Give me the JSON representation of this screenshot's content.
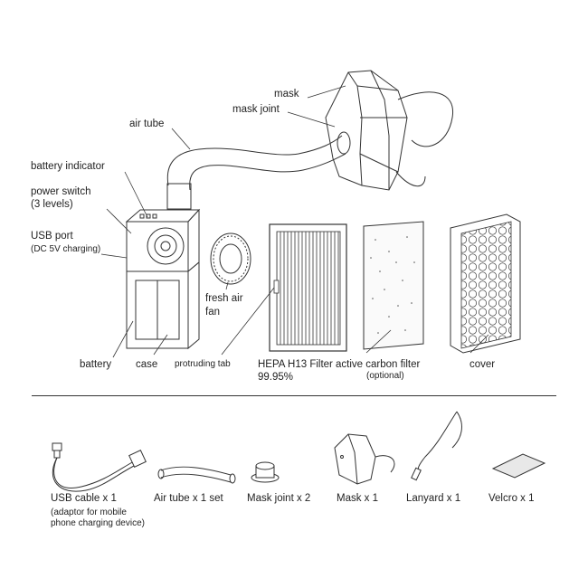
{
  "main_labels": {
    "mask": "mask",
    "mask_joint": "mask joint",
    "air_tube": "air tube",
    "battery_indicator": "battery indicator",
    "power_switch": "power switch",
    "power_switch_sub": "(3 levels)",
    "usb_port": "USB port",
    "usb_port_sub": "(DC 5V charging)",
    "fresh_air": "fresh air",
    "fan": "fan",
    "battery": "battery",
    "case": "case",
    "protruding_tab": "protruding tab",
    "hepa": "HEPA H13 Filter",
    "hepa_sub": "99.95%",
    "carbon": "active carbon filter",
    "carbon_sub": "(optional)",
    "cover": "cover"
  },
  "accessories": {
    "usb_cable": "USB cable x 1",
    "usb_cable_sub1": "(adaptor for mobile",
    "usb_cable_sub2": "phone charging device)",
    "air_tube_set": "Air tube x 1 set",
    "mask_joint": "Mask joint x 2",
    "mask": "Mask x 1",
    "lanyard": "Lanyard x 1",
    "velcro": "Velcro x 1"
  }
}
